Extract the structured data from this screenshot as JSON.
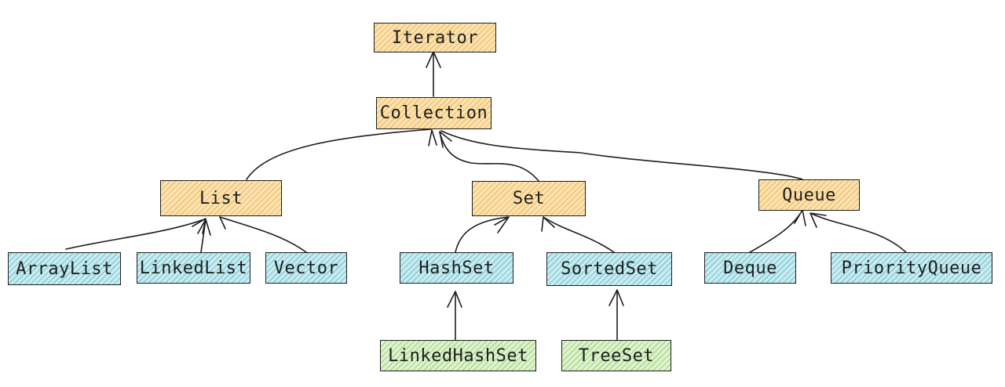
{
  "nodes": {
    "iterator": "Iterator",
    "collection": "Collection",
    "list": "List",
    "set": "Set",
    "queue": "Queue",
    "arraylist": "ArrayList",
    "linkedlist": "LinkedList",
    "vector": "Vector",
    "hashset": "HashSet",
    "sortedset": "SortedSet",
    "deque": "Deque",
    "priorityqueue": "PriorityQueue",
    "linkedhashset": "LinkedHashSet",
    "treeset": "TreeSet"
  },
  "colors": {
    "interface": "#fbe3b4",
    "implementation": "#c9ecf0",
    "subclass": "#dff3cf",
    "stroke": "#1e1e1e"
  }
}
